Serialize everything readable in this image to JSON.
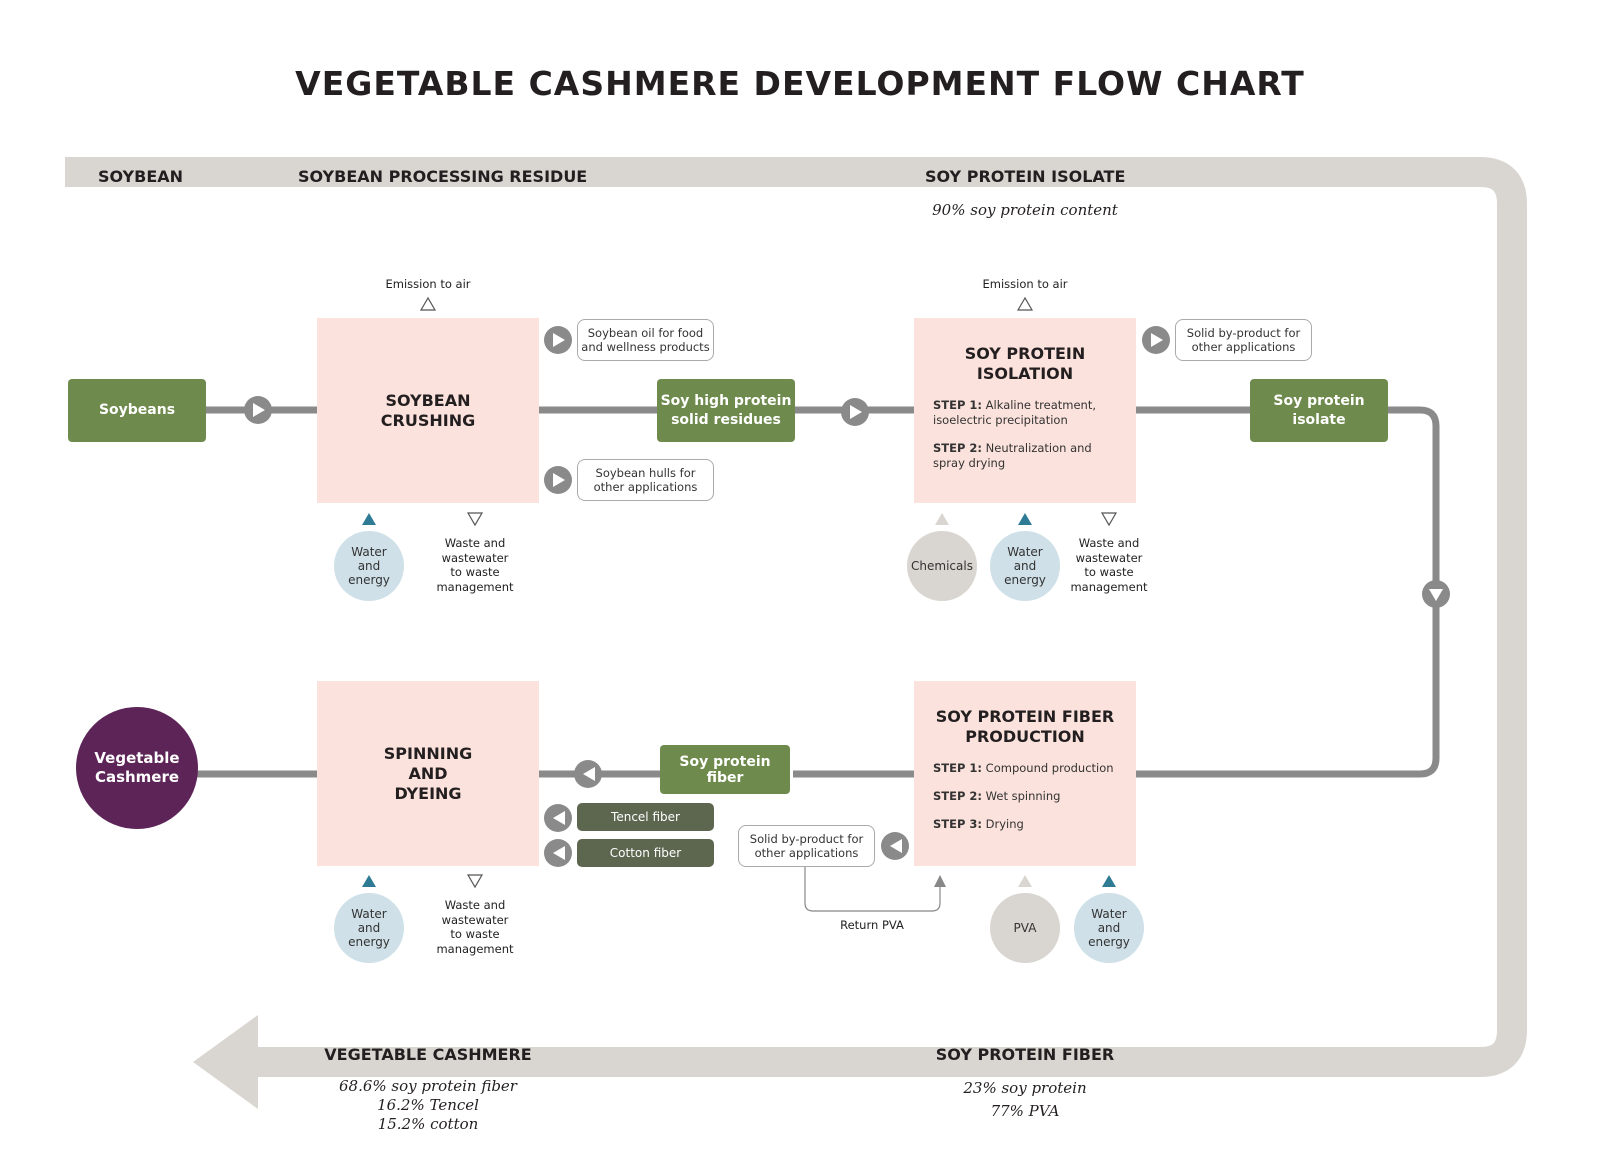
{
  "title": "VEGETABLE CASHMERE DEVELOPMENT FLOW CHART",
  "stages": {
    "soybean": "SOYBEAN",
    "residue": "SOYBEAN PROCESSING RESIDUE",
    "isolate": "SOY PROTEIN ISOLATE",
    "isolate_note": "90% soy protein content",
    "cashmere": "VEGETABLE CASHMERE",
    "cashmere_notes": [
      "68.6% soy protein fiber",
      "16.2% Tencel",
      "15.2% cotton"
    ],
    "fiber": "SOY PROTEIN FIBER",
    "fiber_notes": [
      "23% soy protein",
      "77% PVA"
    ]
  },
  "nodes": {
    "soybeans": "Soybeans",
    "residues": [
      "Soy high protein",
      "solid residues"
    ],
    "isolate": [
      "Soy protein",
      "isolate"
    ],
    "fiber": [
      "Soy protein",
      "fiber"
    ],
    "cashmere": [
      "Vegetable",
      "Cashmere"
    ],
    "tencel": "Tencel fiber",
    "cotton": "Cotton fiber"
  },
  "processes": {
    "crushing": [
      "SOYBEAN",
      "CRUSHING"
    ],
    "isolation": {
      "title": [
        "SOY PROTEIN",
        "ISOLATION"
      ],
      "steps": [
        {
          "label": "STEP 1:",
          "text": "Alkaline treatment, isoelectric precipitation"
        },
        {
          "label": "STEP 2:",
          "text": "Neutralization and spray drying"
        }
      ]
    },
    "fiber_production": {
      "title": [
        "SOY PROTEIN FIBER",
        "PRODUCTION"
      ],
      "steps": [
        {
          "label": "STEP 1:",
          "text": "Compound production"
        },
        {
          "label": "STEP 2:",
          "text": "Wet spinning"
        },
        {
          "label": "STEP 3:",
          "text": "Drying"
        }
      ]
    },
    "spinning": [
      "SPINNING",
      "AND",
      "DYEING"
    ]
  },
  "outputs": {
    "emission": "Emission to air",
    "oil": [
      "Soybean oil for food",
      "and wellness products"
    ],
    "hulls": [
      "Soybean hulls for",
      "other applications"
    ],
    "byproduct_isolation": [
      "Solid by-product for",
      "other applications"
    ],
    "byproduct_fiber": [
      "Solid by-product for",
      "other applications"
    ],
    "waste": [
      "Waste and",
      "wastewater",
      "to waste",
      "management"
    ],
    "return_pva": "Return PVA"
  },
  "inputs": {
    "water_energy": [
      "Water",
      "and",
      "energy"
    ],
    "chemicals": "Chemicals",
    "pva": "PVA"
  },
  "colors": {
    "stage_band": "#d9d5d0",
    "process_fill": "#fbe2dc",
    "product_green": "#6e8a4c",
    "fiber_dark": "#5d6750",
    "flow_line": "#8a8a8a",
    "water_circle": "#cfe0e8",
    "input_circle": "#d9d5d0",
    "cashmere_purple": "#5c2457",
    "input_arrow_blue": "#2f7b94"
  }
}
